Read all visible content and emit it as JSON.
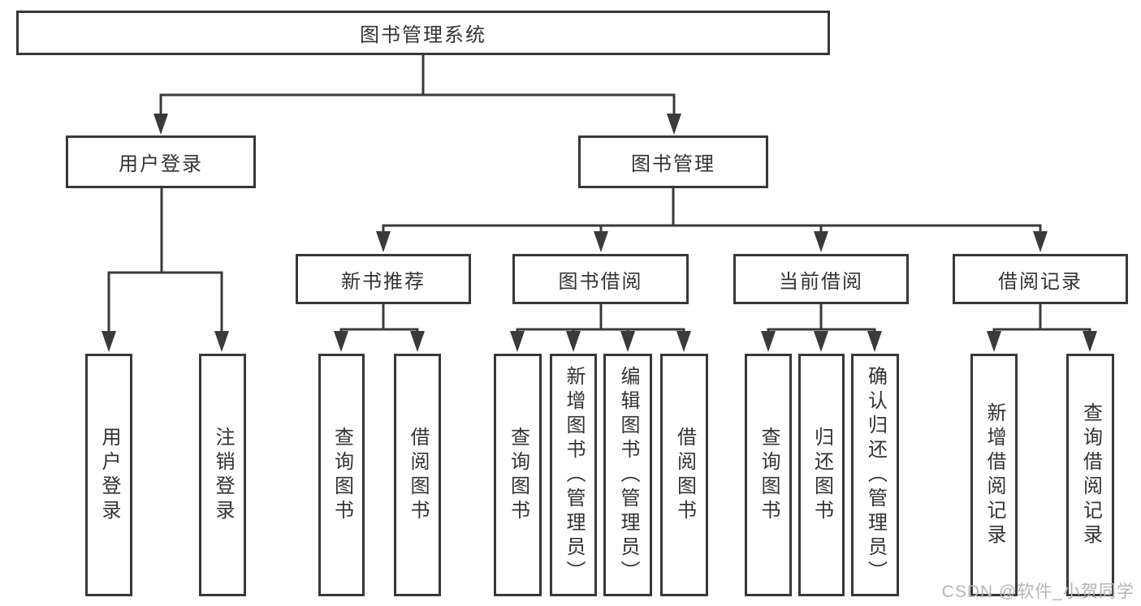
{
  "diagram": {
    "root": "图书管理系统",
    "level1": {
      "user_login": "用户登录",
      "book_management": "图书管理"
    },
    "level2": {
      "new_book_recommend": "新书推荐",
      "book_borrow": "图书借阅",
      "current_borrow": "当前借阅",
      "borrow_records": "借阅记录"
    },
    "leaves": {
      "user_login": [
        "用户登录",
        "注销登录"
      ],
      "new_book_recommend": [
        "查询图书",
        "借阅图书"
      ],
      "book_borrow": [
        "查询图书",
        "新增图书（管理员）",
        "编辑图书（管理员）",
        "借阅图书"
      ],
      "current_borrow": [
        "查询图书",
        "归还图书",
        "确认归还（管理员）"
      ],
      "borrow_records": [
        "新增借阅记录",
        "查询借阅记录"
      ]
    }
  },
  "watermark": "CSDN @软件_小贺同学",
  "colors": {
    "line": "#3a3a3a",
    "text": "#333333",
    "watermark": "#b5b5b5",
    "background": "#ffffff"
  }
}
